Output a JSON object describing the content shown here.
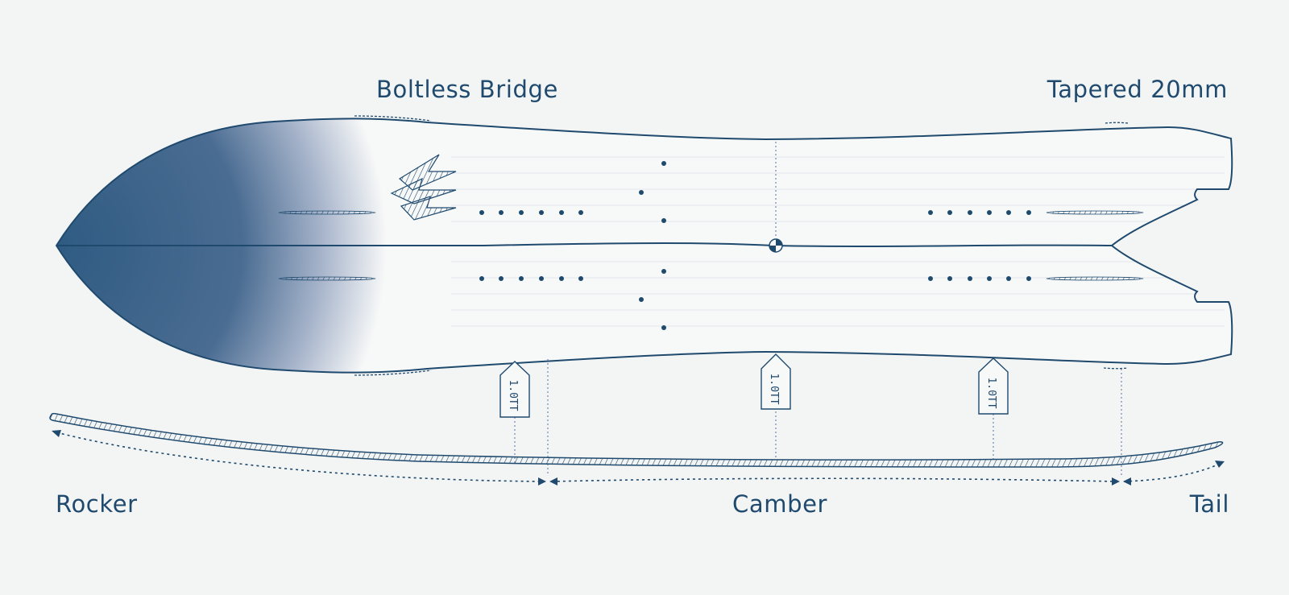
{
  "labels": {
    "boltless_bridge": "Boltless Bridge",
    "tapered": "Tapered 20mm",
    "rocker": "Rocker",
    "camber": "Camber",
    "tail": "Tail"
  },
  "tags": [
    "1.0TT",
    "1.0TT",
    "1.0TT"
  ],
  "colors": {
    "ink": "#1f4a6e",
    "board": "#f7f8f8",
    "background": "#f3f5f5",
    "nose_fade": "#2f5b82",
    "dotted": "#7a8fb8"
  },
  "icons": [
    "lightning-logo-icon",
    "center-mark-icon"
  ]
}
